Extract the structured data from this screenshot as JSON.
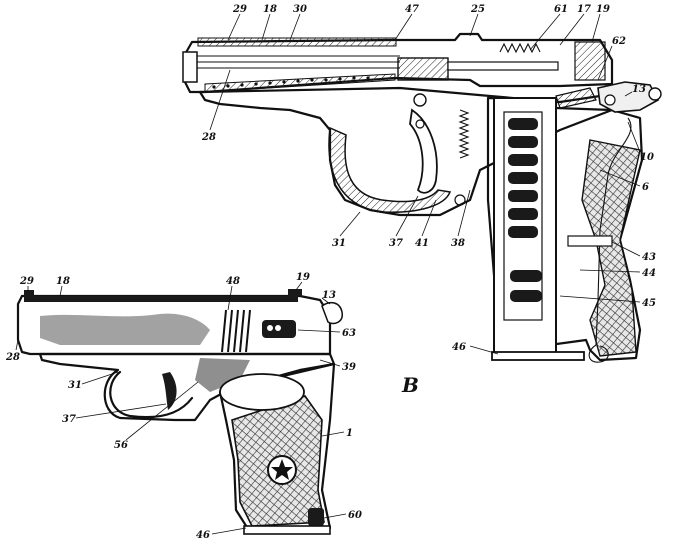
{
  "figure_letter": "В",
  "sectional_view": {
    "labels": [
      "29",
      "18",
      "30",
      "47",
      "25",
      "61",
      "17",
      "19",
      "62",
      "13",
      "28",
      "10",
      "6",
      "31",
      "37",
      "41",
      "38",
      "43",
      "44",
      "45",
      "46"
    ]
  },
  "external_view": {
    "labels": [
      "29",
      "18",
      "48",
      "19",
      "13",
      "63",
      "28",
      "31",
      "39",
      "37",
      "56",
      "1",
      "46",
      "60"
    ]
  }
}
